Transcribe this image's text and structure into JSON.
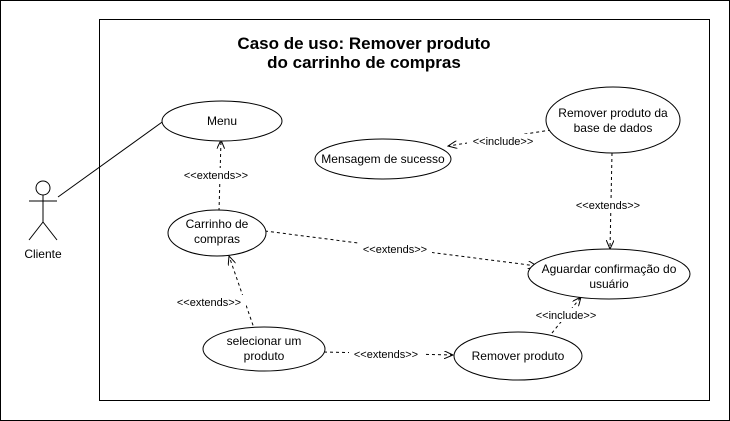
{
  "title": {
    "line1": "Caso de uso: Remover produto",
    "line2": "do carrinho de compras"
  },
  "actor": {
    "name": "Cliente"
  },
  "use_cases": {
    "menu": [
      "Menu"
    ],
    "mensagem": [
      "Mensagem de sucesso"
    ],
    "remover_base": [
      "Remover produto da",
      "base de dados"
    ],
    "carrinho": [
      "Carrinho de",
      "compras"
    ],
    "aguardar": [
      "Aguardar confirmação do",
      "usuário"
    ],
    "selecionar": [
      "selecionar um",
      "produto"
    ],
    "remover_produto": [
      "Remover produto"
    ]
  },
  "relationships": {
    "carrinho_menu": "<<extends>>",
    "remover_base_mensagem": "<<include>>",
    "remover_base_aguardar": "<<extends>>",
    "carrinho_aguardar": "<<extends>>",
    "selecionar_carrinho": "<<extends>>",
    "selecionar_remover": "<<extends>>",
    "remover_aguardar": "<<include>>"
  },
  "colors": {
    "stroke": "#000000",
    "background": "#ffffff"
  }
}
